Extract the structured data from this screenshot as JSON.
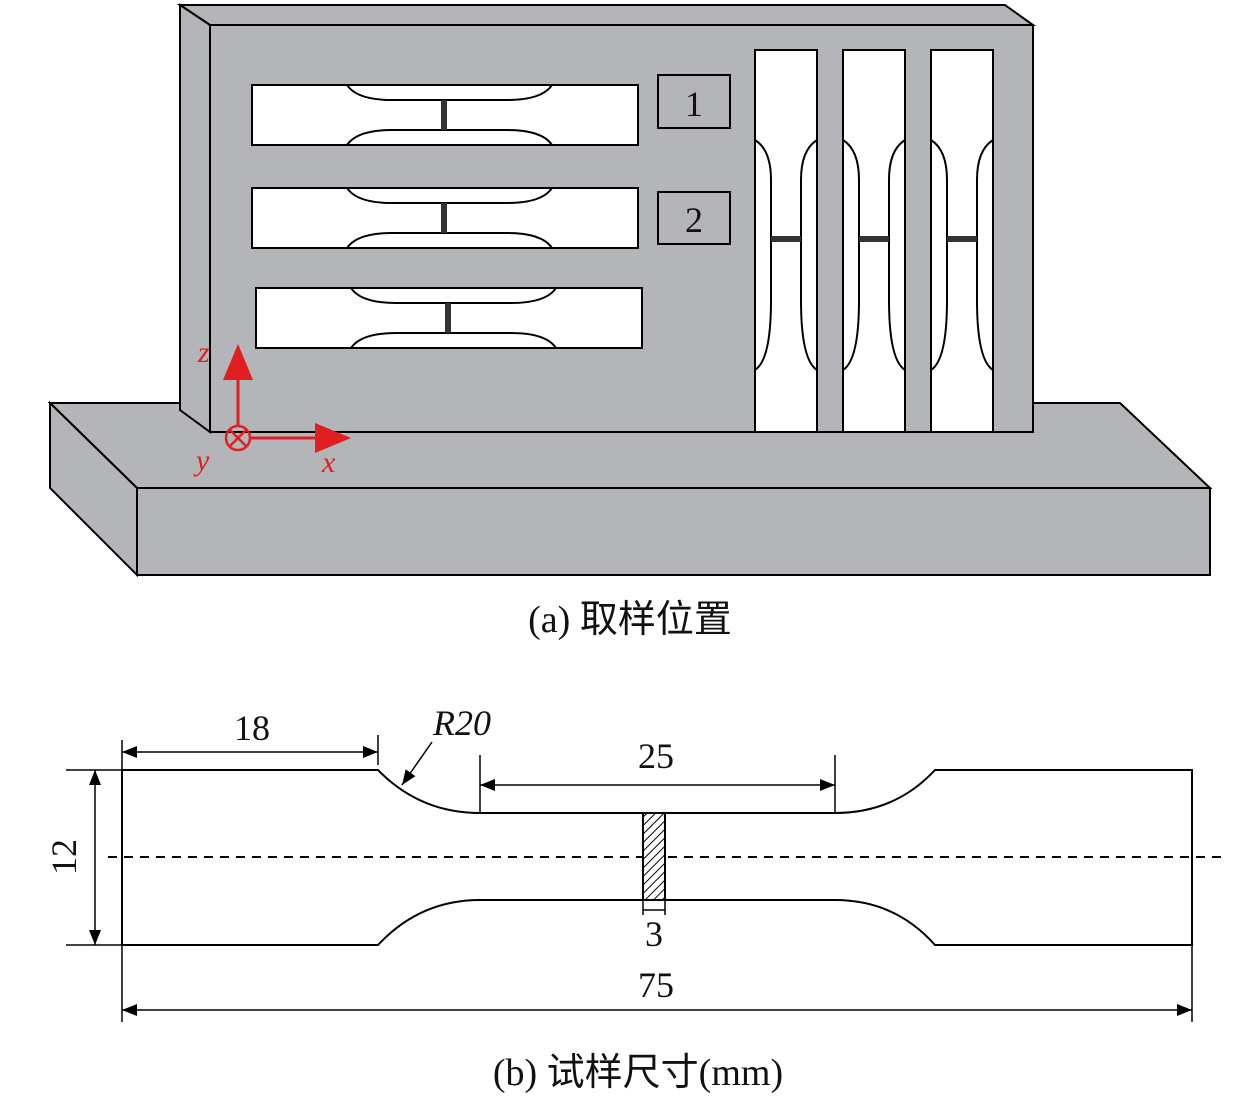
{
  "part_a": {
    "caption": "(a) 取样位置",
    "labels": [
      "1",
      "2"
    ],
    "axes": {
      "z": "z",
      "y": "y",
      "x": "x"
    },
    "colors": {
      "body": "#b4b5b9",
      "axis": "#e02020"
    }
  },
  "part_b": {
    "caption": "(b) 试样尺寸(mm)",
    "dims": {
      "grip_length": "18",
      "radius": "R20",
      "gauge_length": "25",
      "width": "12",
      "weld_width": "3",
      "total_length": "75"
    }
  }
}
